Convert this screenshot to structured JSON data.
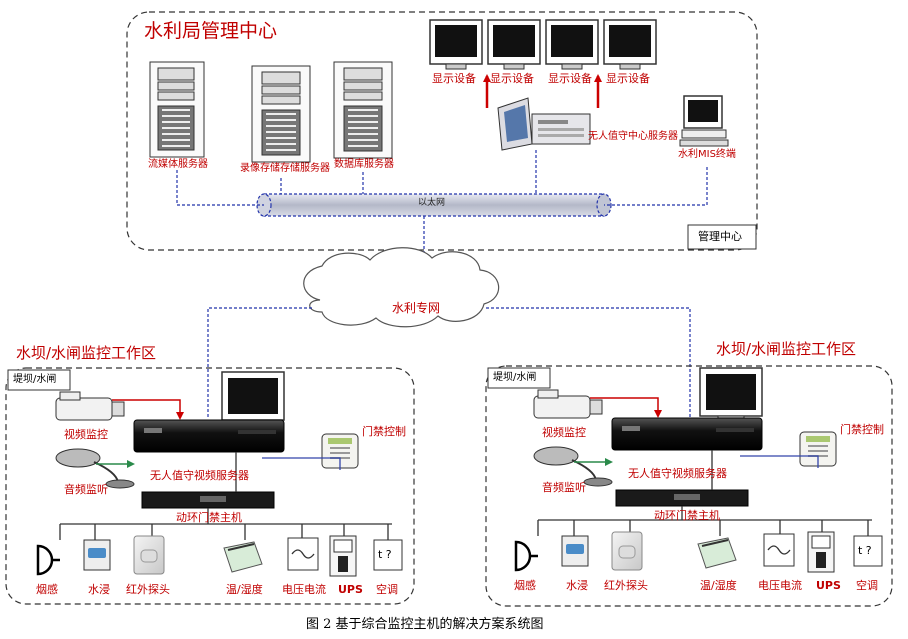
{
  "center": {
    "title": "水利局管理中心",
    "box_label": "管理中心",
    "servers": [
      "流媒体服务器",
      "录像存储存储服务器",
      "数据库服务器"
    ],
    "displays": [
      "显示设备",
      "显示设备",
      "显示设备",
      "显示设备"
    ],
    "unattended_server": "无人值守中心服务器",
    "mis_terminal": "水利MIS终端",
    "ethernet": "以太网"
  },
  "network": {
    "label": "水利专网"
  },
  "sites": [
    {
      "title": "水坝/水闸监控工作区",
      "tag": "堤坝/水闸",
      "video": "视频监控",
      "audio": "音频监听",
      "access": "门禁控制",
      "server": "无人值守视频服务器",
      "host": "动环门禁主机",
      "sensors": [
        "烟感",
        "水浸",
        "红外探头",
        "温/湿度",
        "电压电流",
        "UPS",
        "空调"
      ],
      "ac_text": "t ?"
    },
    {
      "title": "水坝/水闸监控工作区",
      "tag": "堤坝/水闸",
      "video": "视频监控",
      "audio": "音频监听",
      "access": "门禁控制",
      "server": "无人值守视频服务器",
      "host": "动环门禁主机",
      "sensors": [
        "烟感",
        "水浸",
        "红外探头",
        "温/湿度",
        "电压电流",
        "UPS",
        "空调"
      ],
      "ac_text": "t ?"
    }
  ],
  "caption": "图 2  基于综合监控主机的解决方案系统图",
  "colors": {
    "title_red": "#c00000",
    "dashed_blue": "#2233aa",
    "arrow_red": "#cc0000",
    "arrow_green": "#2a8a4a"
  }
}
